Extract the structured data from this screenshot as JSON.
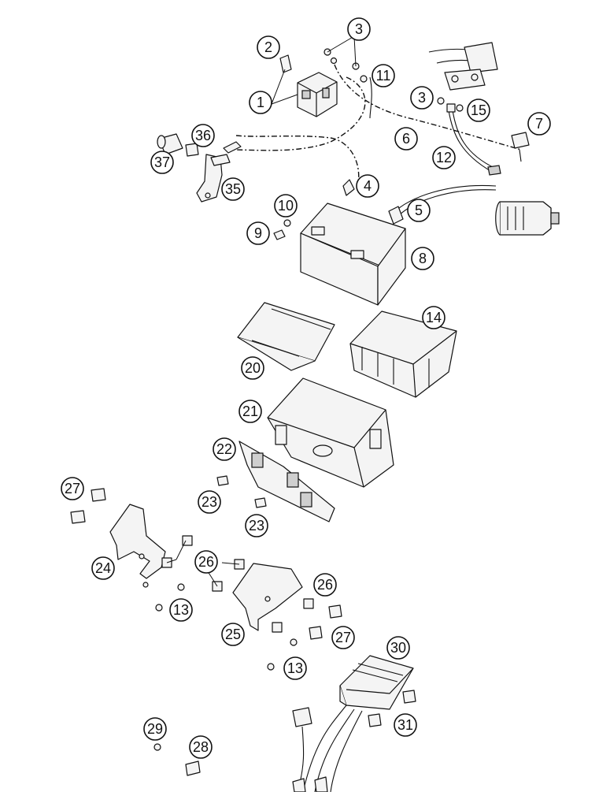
{
  "callouts": [
    {
      "id": "1",
      "label": "1"
    },
    {
      "id": "2",
      "label": "2"
    },
    {
      "id": "3a",
      "label": "3"
    },
    {
      "id": "3b",
      "label": "3"
    },
    {
      "id": "4",
      "label": "4"
    },
    {
      "id": "5",
      "label": "5"
    },
    {
      "id": "6",
      "label": "6"
    },
    {
      "id": "7",
      "label": "7"
    },
    {
      "id": "8",
      "label": "8"
    },
    {
      "id": "9",
      "label": "9"
    },
    {
      "id": "10",
      "label": "10"
    },
    {
      "id": "11",
      "label": "11"
    },
    {
      "id": "12",
      "label": "12"
    },
    {
      "id": "13a",
      "label": "13"
    },
    {
      "id": "13b",
      "label": "13"
    },
    {
      "id": "14",
      "label": "14"
    },
    {
      "id": "15",
      "label": "15"
    },
    {
      "id": "20",
      "label": "20"
    },
    {
      "id": "21",
      "label": "21"
    },
    {
      "id": "22",
      "label": "22"
    },
    {
      "id": "23a",
      "label": "23"
    },
    {
      "id": "23b",
      "label": "23"
    },
    {
      "id": "24",
      "label": "24"
    },
    {
      "id": "25",
      "label": "25"
    },
    {
      "id": "26a",
      "label": "26"
    },
    {
      "id": "26b",
      "label": "26"
    },
    {
      "id": "27a",
      "label": "27"
    },
    {
      "id": "27b",
      "label": "27"
    },
    {
      "id": "28",
      "label": "28"
    },
    {
      "id": "29",
      "label": "29"
    },
    {
      "id": "30",
      "label": "30"
    },
    {
      "id": "31",
      "label": "31"
    },
    {
      "id": "35",
      "label": "35"
    },
    {
      "id": "36",
      "label": "36"
    },
    {
      "id": "37",
      "label": "37"
    }
  ]
}
